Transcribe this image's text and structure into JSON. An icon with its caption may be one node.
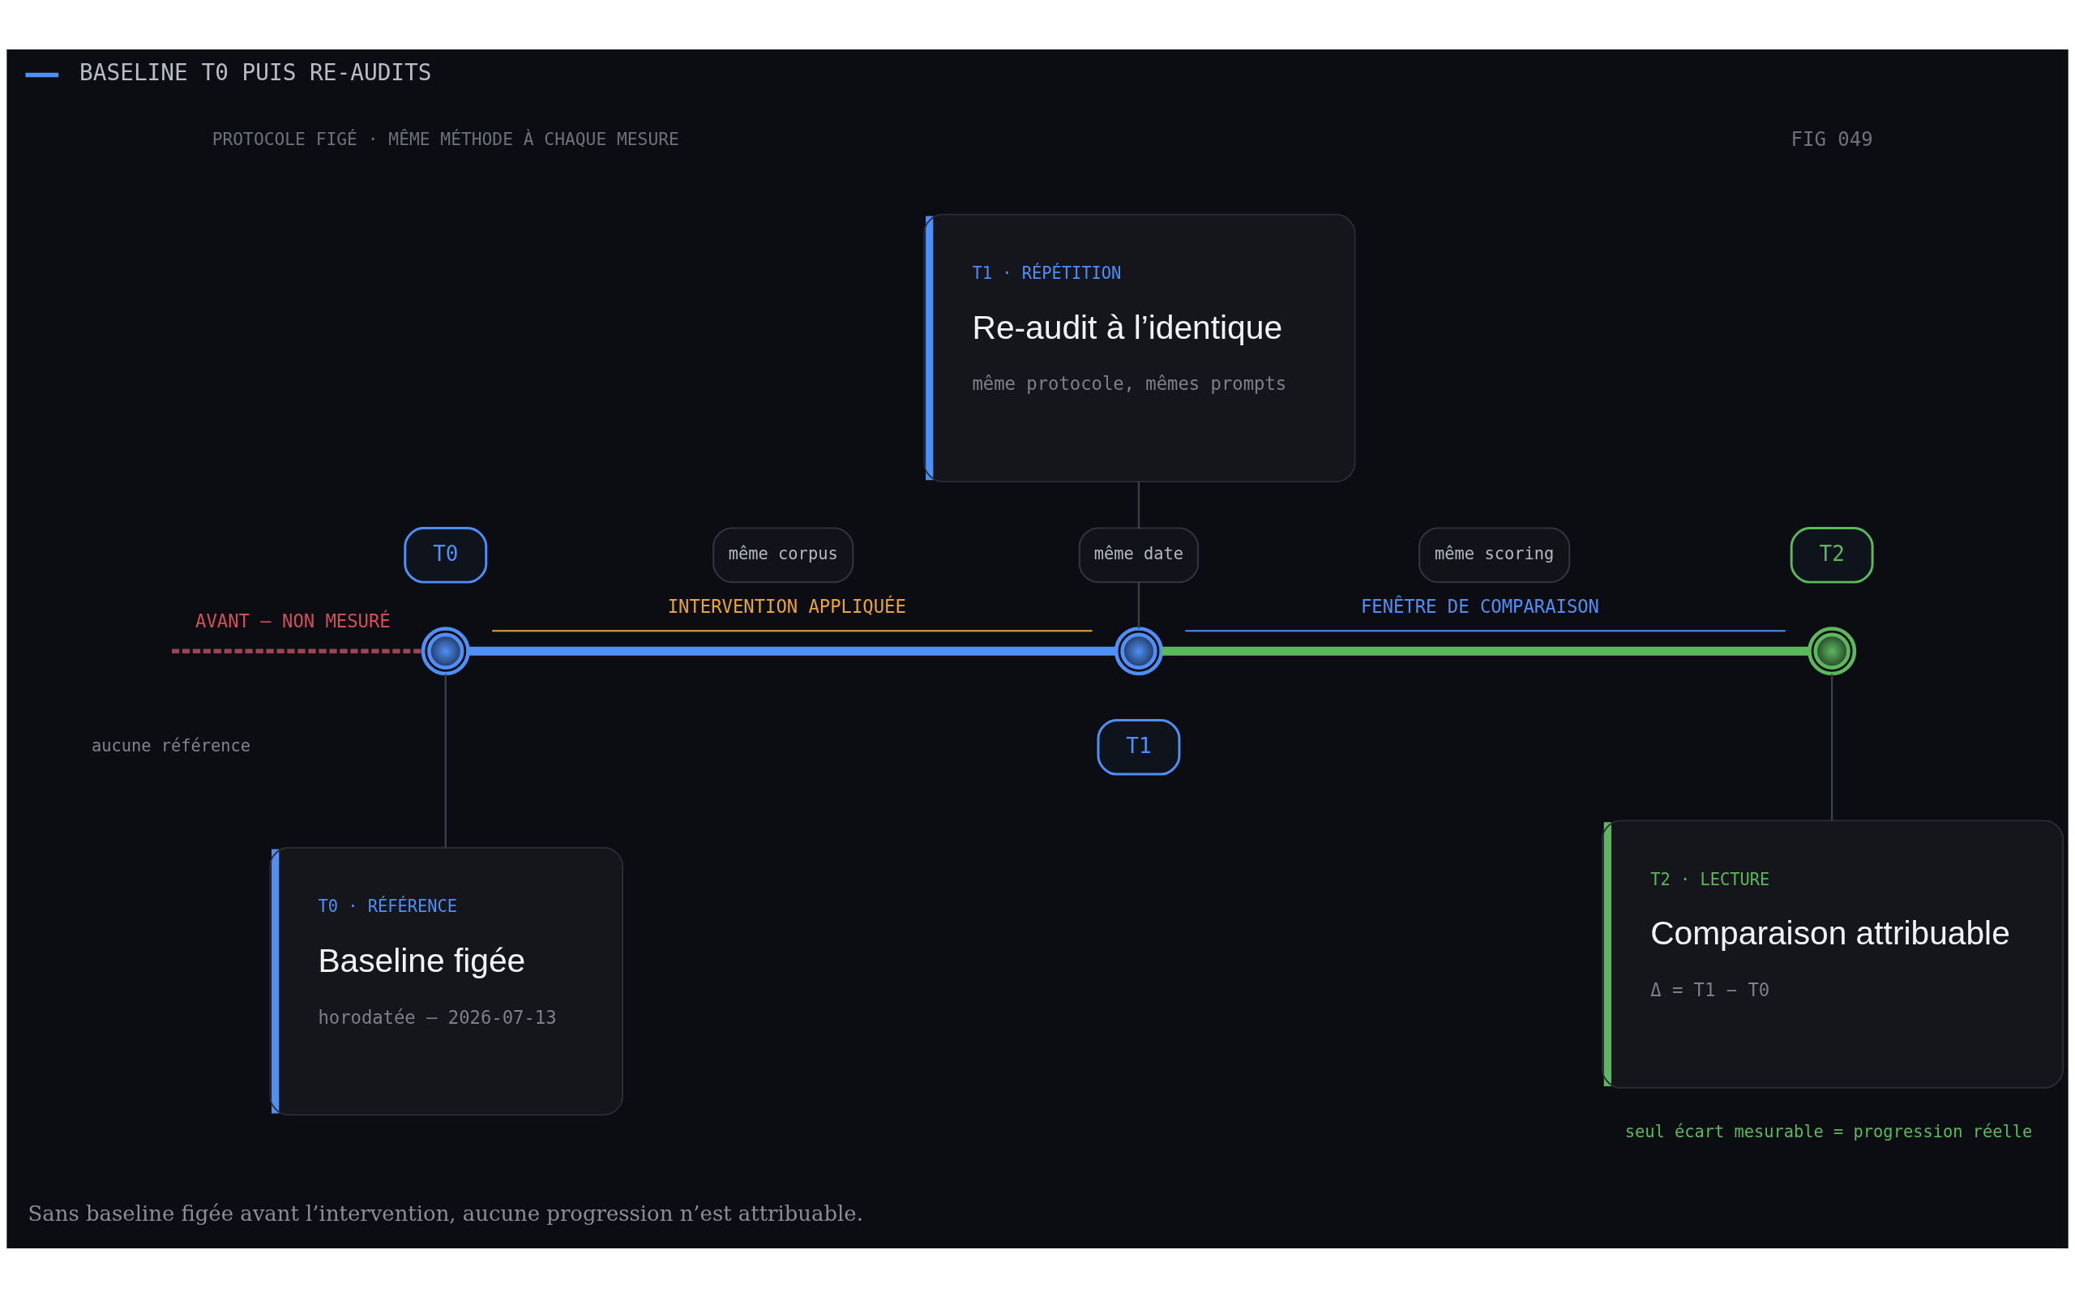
{
  "diagram": {
    "title": "BASELINE T0 PUIS RE-AUDITS",
    "caption": "Sans baseline figée avant l’intervention, aucune progression n’est attribuable.",
    "nodes": [
      {
        "text": [
          "T1 · RÉPÉTITION",
          "Re-audit à l’identique",
          "même protocole, mêmes prompts"
        ]
      },
      {
        "text": [
          "T0"
        ]
      },
      {
        "text": [
          "même corpus"
        ]
      },
      {
        "text": [
          "même date"
        ]
      },
      {
        "text": [
          "même scoring"
        ]
      },
      {
        "text": [
          "T2"
        ]
      },
      {
        "text": [],
        "shape": "circle"
      },
      {
        "text": [],
        "shape": "circle"
      },
      {
        "text": [],
        "shape": "circle"
      },
      {
        "text": [
          "T1"
        ]
      },
      {
        "text": [
          "T0 · RÉFÉRENCE",
          "Baseline figée",
          "horodatée — 2026-07-13"
        ]
      },
      {
        "text": [
          "T2 · LECTURE",
          "Comparaison attribuable",
          "Δ = T1 − T0"
        ],
        "beside": [
          "seul écart mesurable = progression réelle"
        ]
      }
    ],
    "edges": [
      {
        "from": null,
        "to": 6,
        "arrow": "none",
        "label": "AVANT — NON MESURÉ",
        "style": "dashed",
        "color": "#9c4452"
      },
      {
        "from": 6,
        "to": 7,
        "arrow": "none",
        "label": "INTERVENTION APPLIQUÉE",
        "style": "thick",
        "color": "#4f8ff7"
      },
      {
        "from": 7,
        "to": 8,
        "arrow": "none",
        "label": "FENÊTRE DE COMPARAISON",
        "style": "thick",
        "color": "#5cb85c"
      },
      {
        "from": 0,
        "to": 3,
        "arrow": "none"
      },
      {
        "from": 3,
        "to": 7,
        "arrow": "none"
      },
      {
        "from": 6,
        "to": 10,
        "arrow": "none"
      },
      {
        "from": 8,
        "to": 11,
        "arrow": "none"
      }
    ],
    "labels": [
      "FIG 049",
      "PROTOCOLE FIGÉ · MÊME MÉTHODE À CHAQUE MESURE",
      "aucune référence"
    ]
  }
}
